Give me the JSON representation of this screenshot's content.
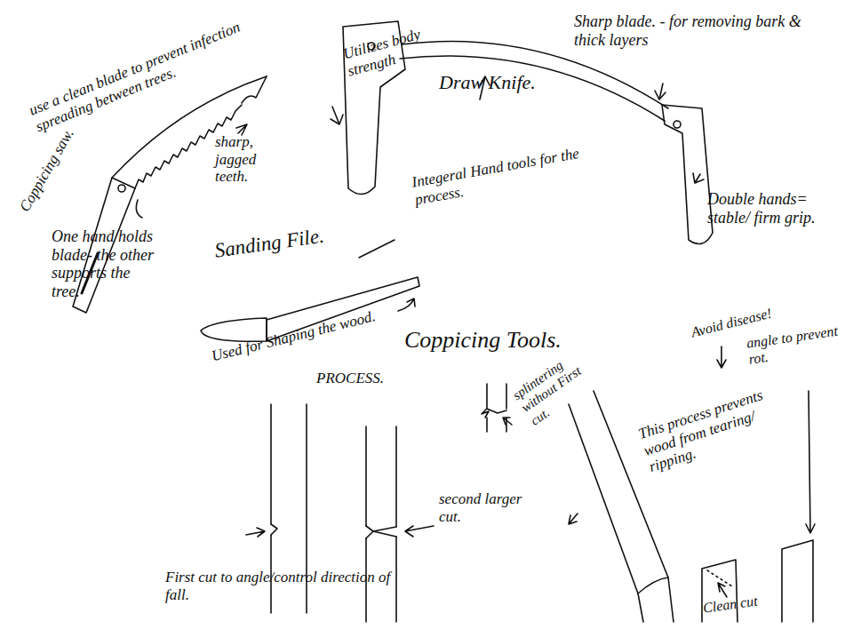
{
  "diagram": {
    "title": "Coppicing Tools.",
    "labels": [
      "use a clean blade to prevent infection spreading between trees.",
      "Coppicing saw.",
      "sharp, jagged teeth.",
      "One hand holds blade- the other supports the tree.",
      "Utilizes body strength",
      "Draw Knife.",
      "Sharp blade. - for removing bark & thick layers",
      "Integeral Hand tools for the process.",
      "Double hands= stable/ firm grip.",
      "Sanding File.",
      "Used for Shaping the wood.",
      "PROCESS.",
      "splintering without First cut.",
      "Avoid disease!",
      "angle to prevent rot.",
      "This process prevents wood from tearing/ ripping.",
      "second larger cut.",
      "First cut to angle/control direction of fall.",
      "Clean cut"
    ]
  }
}
